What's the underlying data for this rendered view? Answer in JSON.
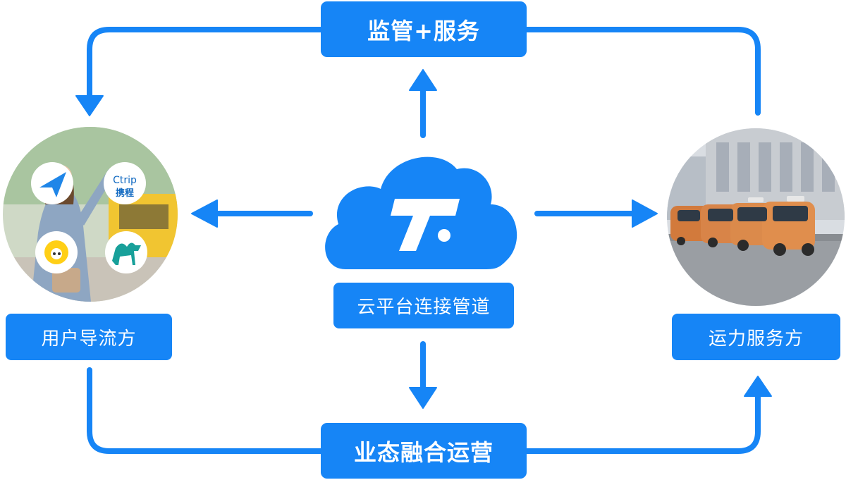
{
  "nodes": {
    "top": "监管+服务",
    "bottom": "业态融合运营",
    "center": "云平台连接管道",
    "left": "用户导流方",
    "right": "运力服务方"
  },
  "logos": {
    "cloud_mark": "T",
    "ctrip_en": "Ctrip",
    "ctrip_cn": "携程"
  },
  "colors": {
    "primary": "#1685f6"
  }
}
